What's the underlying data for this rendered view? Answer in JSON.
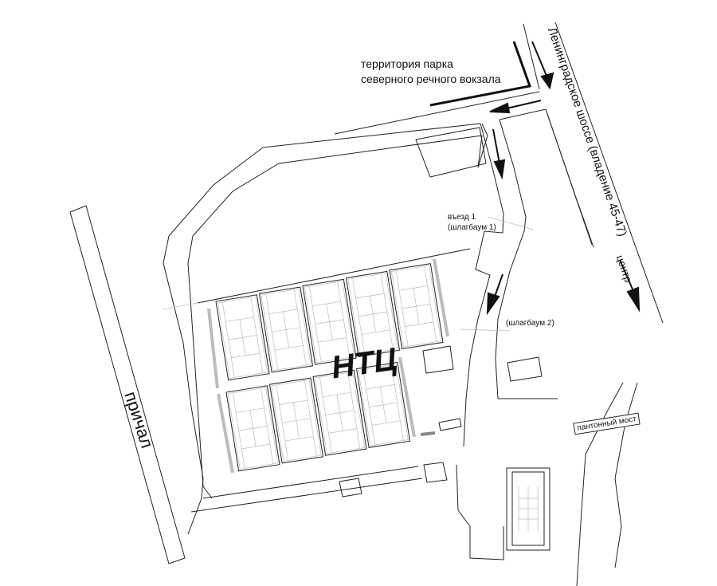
{
  "labels": {
    "park_line1": "территория парка",
    "park_line2": "северного речного вокзала",
    "highway": "Ленинградское шоссе (владение 45-47)",
    "center": "центр",
    "entry1_line1": "въезд 1",
    "entry1_line2": "(шлагбаум 1)",
    "barrier2": "(шлагбаум 2)",
    "ntc": "НТЦ",
    "pier": "причал",
    "bridge": "пантонный мост"
  }
}
